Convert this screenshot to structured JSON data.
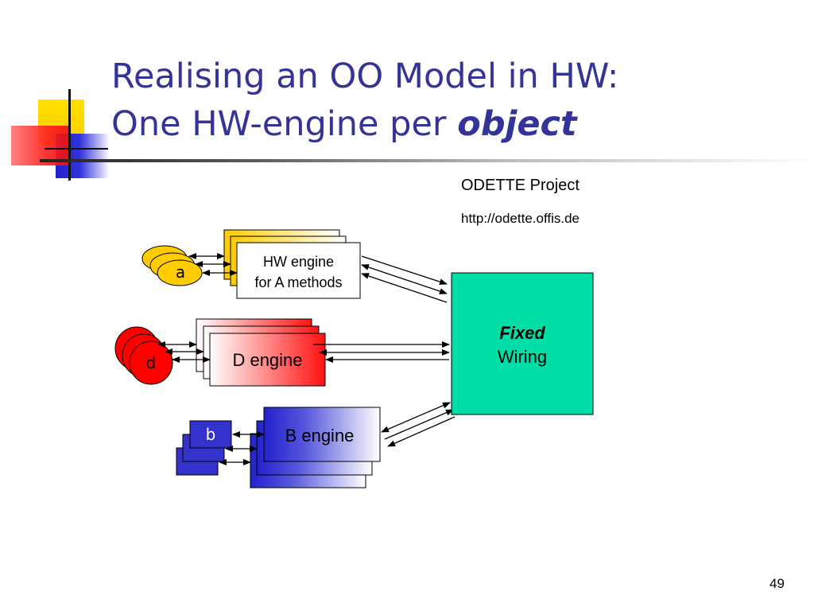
{
  "title": {
    "line1": "Realising an OO Model in HW:",
    "line2_prefix": "One HW-engine per ",
    "line2_emphasis": "object"
  },
  "project": {
    "name": "ODETTE Project",
    "url": "http://odette.offis.de"
  },
  "engines": {
    "a": {
      "object_label": "a",
      "engine_label_line1": "HW engine",
      "engine_label_line2": "for A methods"
    },
    "d": {
      "object_label": "d",
      "engine_label": "D engine"
    },
    "b": {
      "object_label": "b",
      "engine_label": "B engine"
    }
  },
  "wiring": {
    "emphasis": "Fixed",
    "label": "Wiring"
  },
  "page_number": "49",
  "colors": {
    "title": "#333399",
    "a_fill": "#ffcc00",
    "d_fill": "#ff0000",
    "b_fill": "#3333cc",
    "wiring_fill": "#00dda6"
  }
}
